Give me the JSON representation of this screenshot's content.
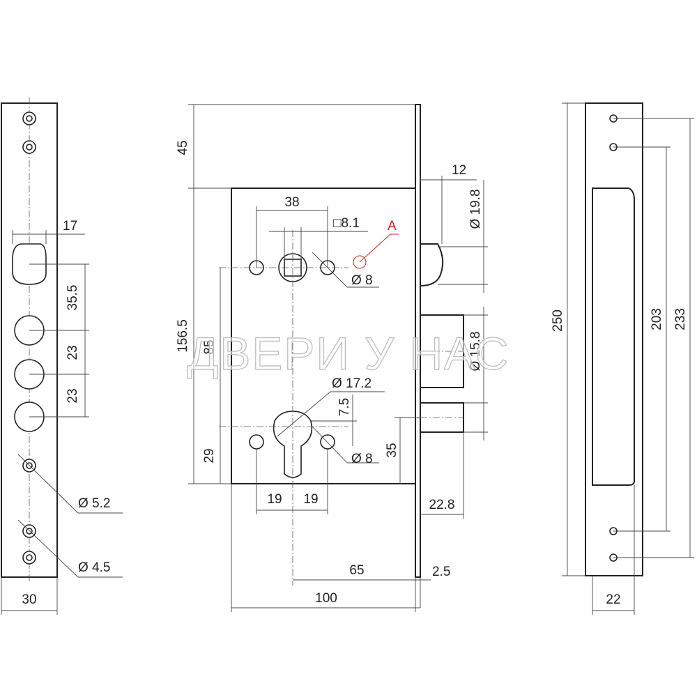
{
  "left_view": {
    "dim_width": "30",
    "dim_slot_width": "17",
    "dim_spacing_1": "35.5",
    "dim_spacing_2": "23",
    "dim_spacing_3": "23",
    "dia_small": "Ø 5.2",
    "dia_smaller": "Ø 4.5"
  },
  "front_view": {
    "dim_top_offset": "45",
    "dim_spindle_spacing": "38",
    "dim_square": "□8.1",
    "dim_faceplate_thickness": "12",
    "dia_latch": "Ø 19.8",
    "marker_label": "A",
    "dia_mount": "Ø 8",
    "dim_body_height": "156.5",
    "dim_center_distance": "85",
    "dia_bolt": "Ø 15.8",
    "dia_cylinder": "Ø 17.2",
    "dim_cylinder_offset": "7.5",
    "dia_mount_lower": "Ø 8",
    "dim_bottom_bolt": "35",
    "dim_bottom": "29",
    "dim_hole_left": "19",
    "dim_hole_right": "19",
    "dim_bolt_throw": "22.8",
    "dim_backset": "65",
    "dim_plate": "2.5",
    "dim_total_width": "100"
  },
  "right_view": {
    "dim_height": "250",
    "dim_inner_1": "203",
    "dim_inner_2": "233",
    "dim_width": "22"
  },
  "watermark": "ДВЕРИ У НАС"
}
